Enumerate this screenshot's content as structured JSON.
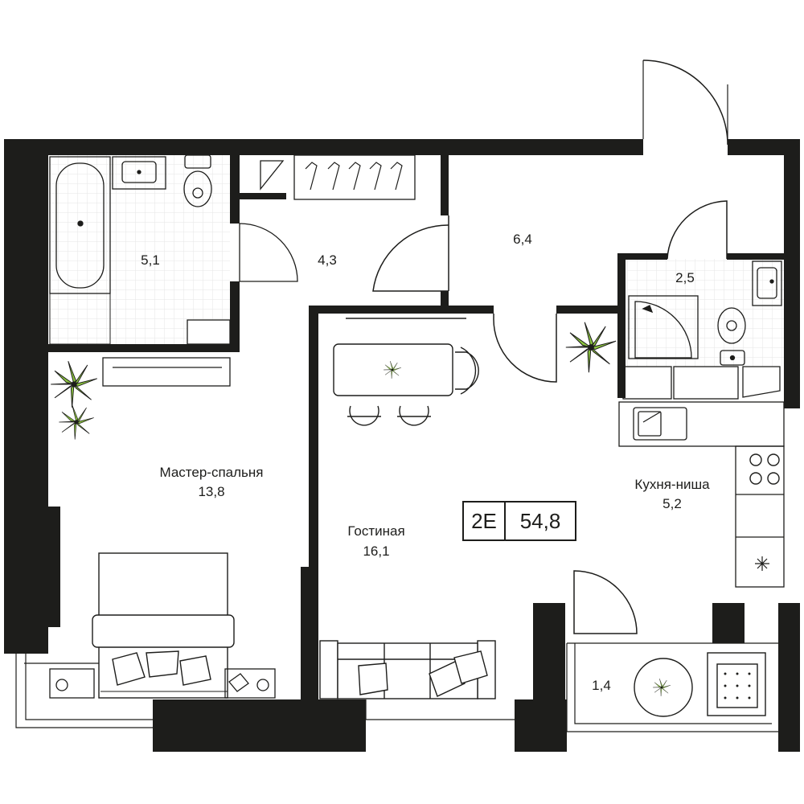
{
  "rooms": {
    "bathroom": {
      "area": "5,1"
    },
    "hall": {
      "area": "4,3"
    },
    "corridor": {
      "area": "6,4"
    },
    "wc": {
      "area": "2,5"
    },
    "bedroom": {
      "name": "Мастер-спальня",
      "area": "13,8"
    },
    "living": {
      "name": "Гостиная",
      "area": "16,1"
    },
    "kitchen": {
      "name": "Кухня-ниша",
      "area": "5,2"
    },
    "balcony": {
      "area": "1,4"
    }
  },
  "apartment": {
    "type": "2Е",
    "total_area": "54,8"
  },
  "colors": {
    "wall": "#1d1d1b",
    "plant": "#8cc63f",
    "tile": "#e6e6e6"
  },
  "icons": [
    "plant-icon",
    "bathtub-icon",
    "sink-icon",
    "toilet-icon",
    "shower-icon",
    "stove-icon",
    "hanger-icon",
    "door-swing-icon"
  ]
}
